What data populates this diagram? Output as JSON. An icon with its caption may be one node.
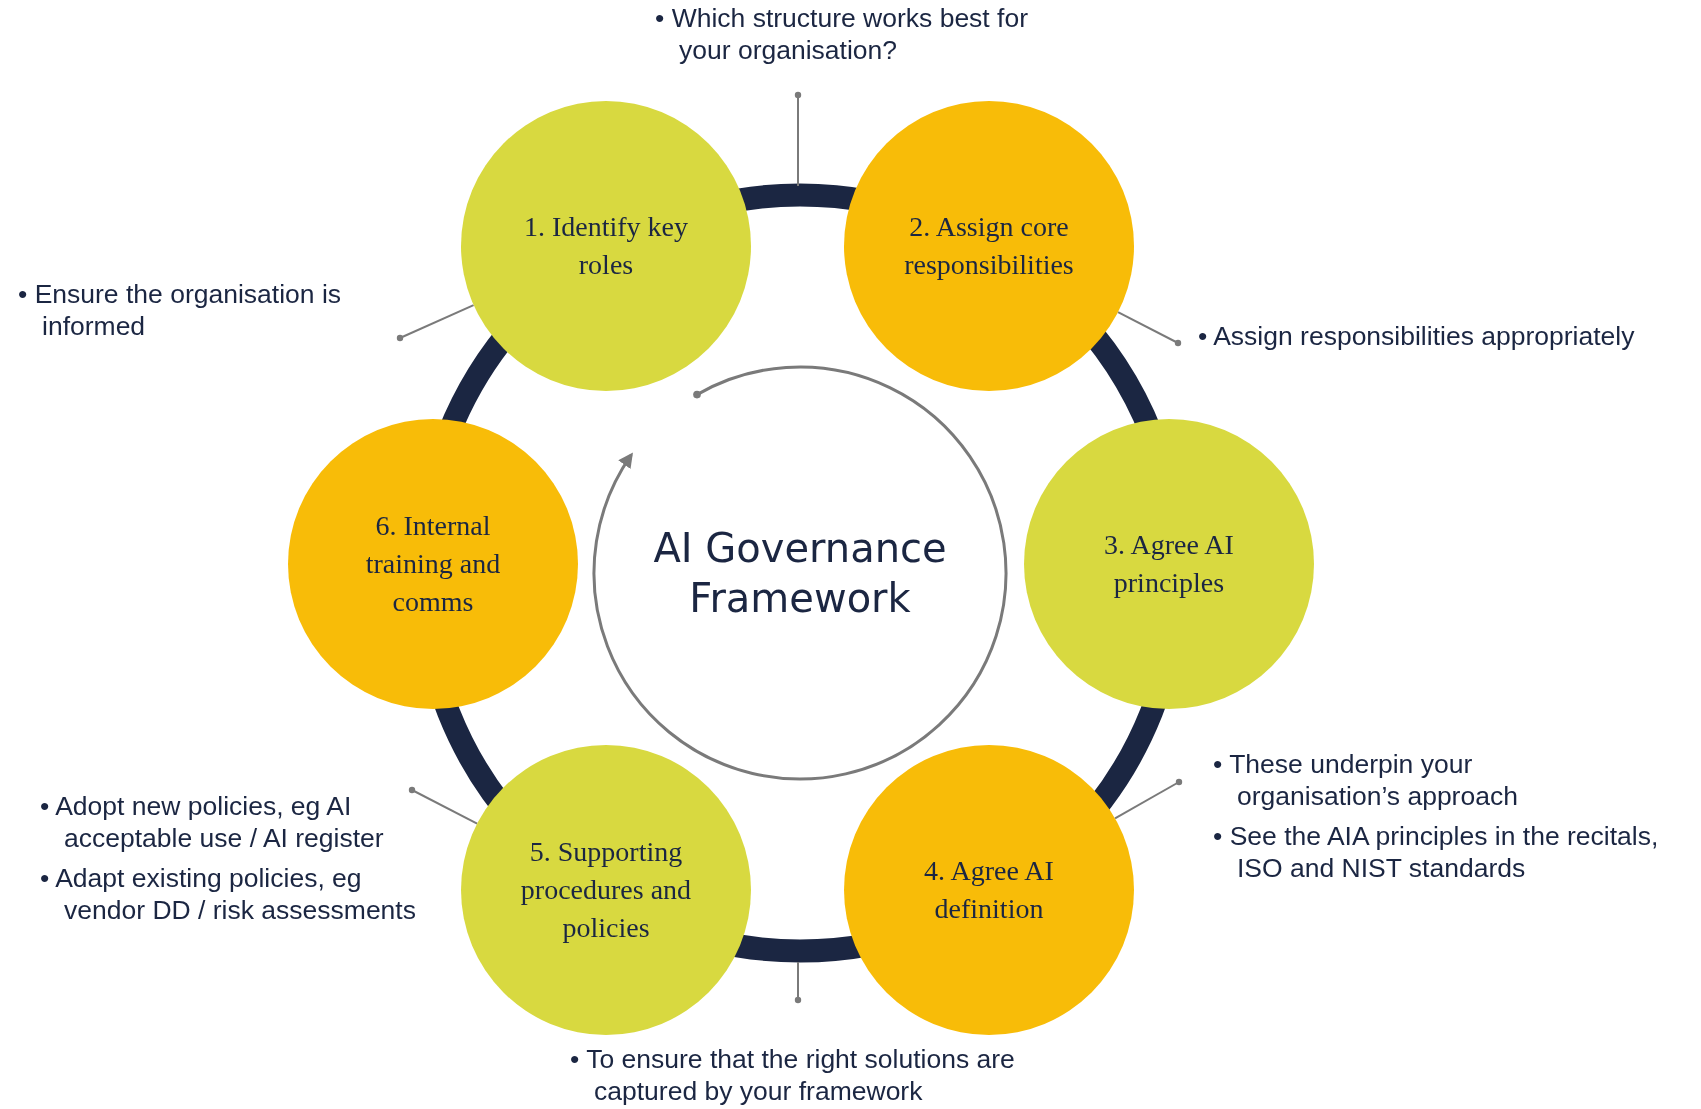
{
  "diagram": {
    "nodes": [
      {
        "text": [
          "AI Governance Framework"
        ]
      },
      {
        "text": [
          "1. Identify key roles"
        ]
      },
      {
        "text": [
          "2. Assign core responsibilities"
        ]
      },
      {
        "text": [
          "3. Agree AI principles"
        ]
      },
      {
        "text": [
          "4. Agree AI definition"
        ]
      },
      {
        "text": [
          "5. Supporting procedures and policies"
        ]
      },
      {
        "text": [
          "6. Internal training and comms"
        ]
      },
      {
        "text": [
          "• Which structure works best for your organisation?"
        ]
      },
      {
        "text": [
          "• Ensure the organisation is informed"
        ]
      },
      {
        "text": [
          "• Assign responsibilities appropriately"
        ]
      },
      {
        "text": [
          "• These underpin your organisation’s approach",
          "• See the AIA principles in the recitals, ISO and NIST standards"
        ]
      },
      {
        "text": [
          "• Adopt new policies, eg AI acceptable use / AI register",
          "• Adapt existing policies, eg vendor DD / risk assessments"
        ]
      },
      {
        "text": [
          "• To ensure that the right solutions are captured by your framework"
        ]
      }
    ],
    "edges": [
      {
        "from": 7,
        "to": null,
        "arrow": "other"
      },
      {
        "from": 8,
        "to": 1,
        "arrow": "other"
      },
      {
        "from": 9,
        "to": 2,
        "arrow": "other"
      },
      {
        "from": 10,
        "to": 4,
        "arrow": "other"
      },
      {
        "from": 11,
        "to": 5,
        "arrow": "other"
      },
      {
        "from": 12,
        "to": null,
        "arrow": "other"
      }
    ]
  }
}
